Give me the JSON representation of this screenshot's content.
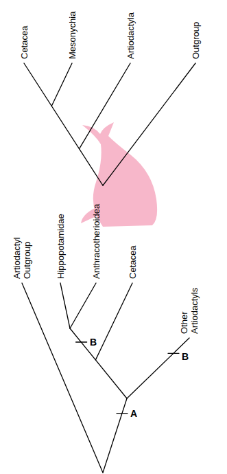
{
  "diagram": {
    "labels": [
      "Cetacea",
      "Mesonychia",
      "Artiodactyla",
      "Outgroup",
      "Artiodactyl Outgroup",
      "Hippopotamidae",
      "Anthracotherioidea",
      "Cetacea",
      "Other Artiodactyls",
      "B",
      "B",
      "A"
    ]
  }
}
